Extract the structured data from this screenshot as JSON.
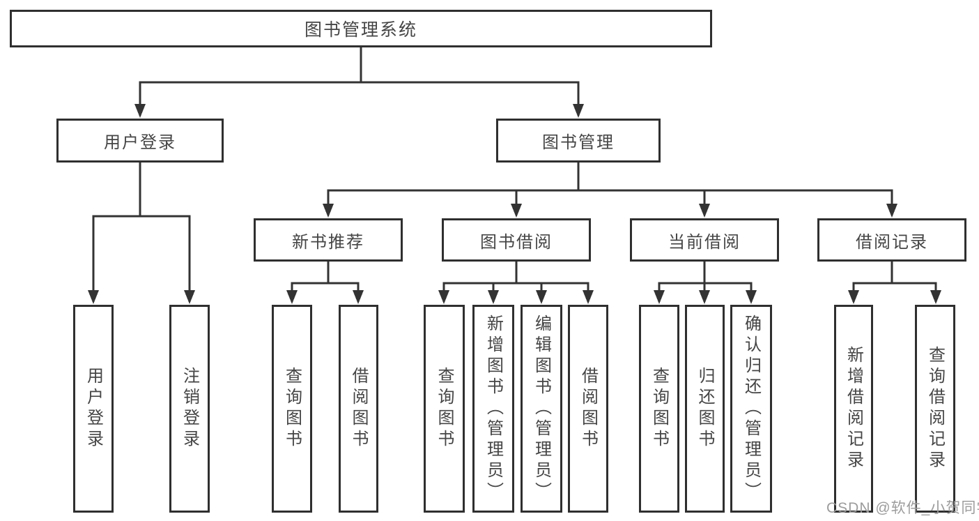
{
  "tree": {
    "label": "图书管理系统",
    "children": [
      {
        "label": "用户登录",
        "children": [
          {
            "label": "用户登录"
          },
          {
            "label": "注销登录"
          }
        ]
      },
      {
        "label": "图书管理",
        "children": [
          {
            "label": "新书推荐",
            "children": [
              {
                "label": "查询图书"
              },
              {
                "label": "借阅图书"
              }
            ]
          },
          {
            "label": "图书借阅",
            "children": [
              {
                "label": "查询图书"
              },
              {
                "label": "新增图书（管理员）"
              },
              {
                "label": "编辑图书（管理员）"
              },
              {
                "label": "借阅图书"
              }
            ]
          },
          {
            "label": "当前借阅",
            "children": [
              {
                "label": "查询图书"
              },
              {
                "label": "归还图书"
              },
              {
                "label": "确认归还（管理员）"
              }
            ]
          },
          {
            "label": "借阅记录",
            "children": [
              {
                "label": "新增借阅记录"
              },
              {
                "label": "查询借阅记录"
              }
            ]
          }
        ]
      }
    ]
  },
  "watermark": {
    "text": "CSDN @软件_小贺同学"
  },
  "colors": {
    "line": "#333333",
    "box_border": "#2f2f2f",
    "text": "#454545",
    "watermark": "#9c9c9c",
    "background": "#ffffff"
  }
}
